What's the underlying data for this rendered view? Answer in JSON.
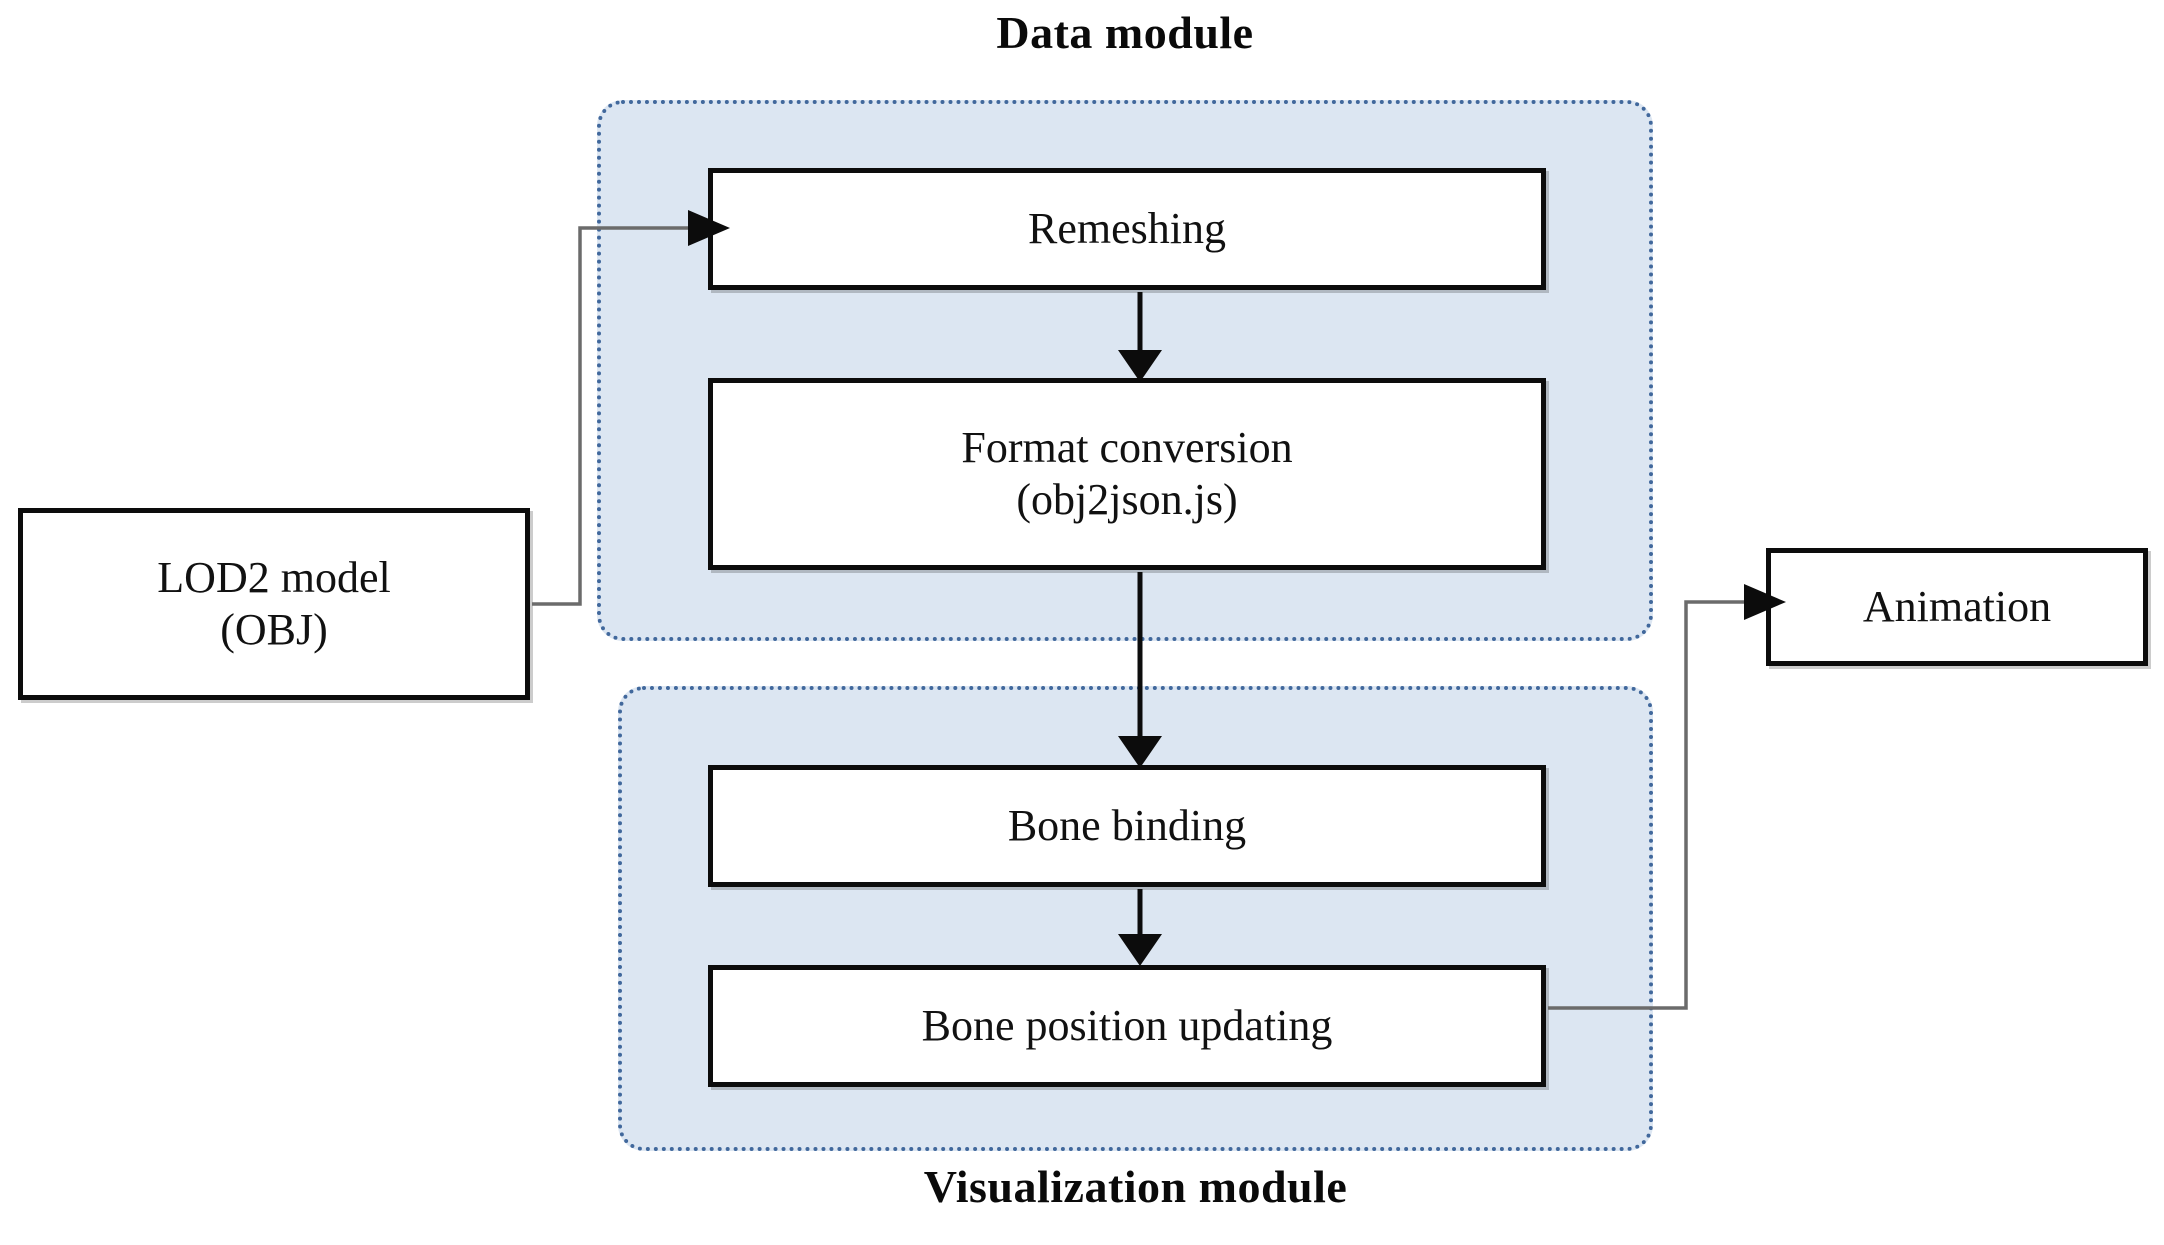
{
  "diagram": {
    "title_data_module": "Data module",
    "title_visualization_module": "Visualization module",
    "nodes": {
      "lod2": {
        "line1": "LOD2 model",
        "line2": "(OBJ)"
      },
      "remeshing": {
        "line1": "Remeshing",
        "line2": ""
      },
      "format_conversion": {
        "line1": "Format conversion",
        "line2": "(obj2json.js)"
      },
      "bone_binding": {
        "line1": "Bone binding",
        "line2": ""
      },
      "bone_position_updating": {
        "line1": "Bone position updating",
        "line2": ""
      },
      "animation": {
        "line1": "Animation",
        "line2": ""
      }
    },
    "edges": [
      {
        "from": "lod2",
        "to": "remeshing",
        "style": "orthogonal",
        "arrow": true
      },
      {
        "from": "remeshing",
        "to": "format_conversion",
        "style": "vertical",
        "arrow": true
      },
      {
        "from": "format_conversion",
        "to": "bone_binding",
        "style": "vertical",
        "arrow": true
      },
      {
        "from": "bone_binding",
        "to": "bone_position_updating",
        "style": "vertical",
        "arrow": true
      },
      {
        "from": "bone_position_updating",
        "to": "animation",
        "style": "orthogonal",
        "arrow": true
      }
    ],
    "colors": {
      "panel_fill": "#dce6f2",
      "panel_border": "#41689c",
      "node_border": "#0c0c0c",
      "node_fill": "#ffffff",
      "arrow_dark": "#0c0c0c",
      "arrow_thin": "#6b6b6b",
      "background": "#ffffff"
    }
  }
}
